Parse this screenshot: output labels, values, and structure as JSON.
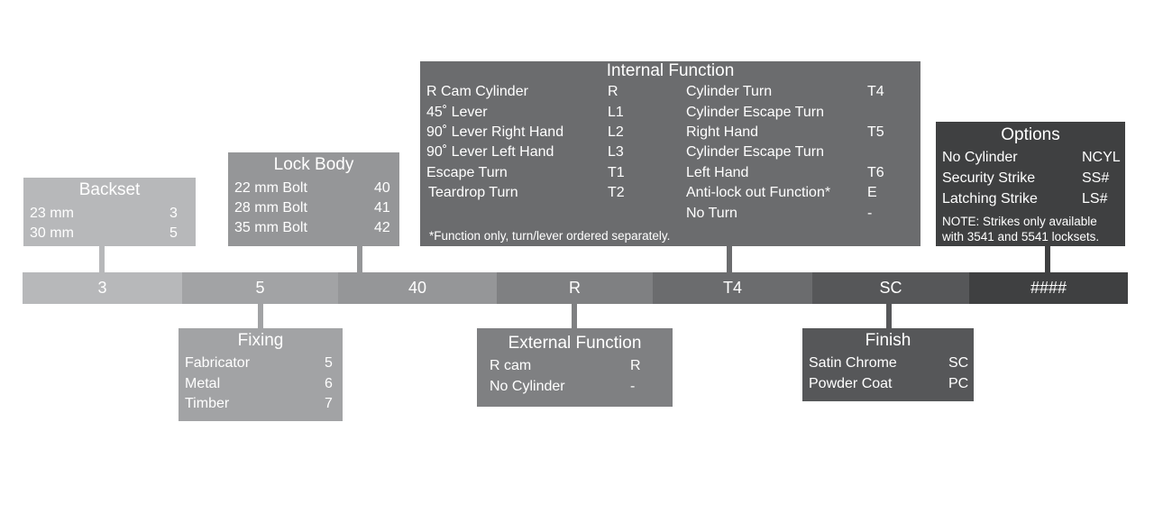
{
  "code_bar": {
    "segments": [
      {
        "code": "3",
        "color": "#b7b8ba"
      },
      {
        "code": "5",
        "color": "#a2a3a5"
      },
      {
        "code": "40",
        "color": "#959698"
      },
      {
        "code": "R",
        "color": "#7f8082"
      },
      {
        "code": "T4",
        "color": "#6b6c6e"
      },
      {
        "code": "SC",
        "color": "#565759"
      },
      {
        "code": "####",
        "color": "#3f4041"
      }
    ]
  },
  "backset": {
    "title": "Backset",
    "color": "#b7b8ba",
    "rows": [
      {
        "label": "23 mm",
        "code": "3"
      },
      {
        "label": "30 mm",
        "code": "5"
      }
    ]
  },
  "fixing": {
    "title": "Fixing",
    "color": "#a2a3a5",
    "rows": [
      {
        "label": "Fabricator",
        "code": "5"
      },
      {
        "label": "Metal",
        "code": "6"
      },
      {
        "label": "Timber",
        "code": "7"
      }
    ]
  },
  "lock_body": {
    "title": "Lock Body",
    "color": "#959698",
    "rows": [
      {
        "label": "22 mm Bolt",
        "code": "40"
      },
      {
        "label": "28 mm Bolt",
        "code": "41"
      },
      {
        "label": "35 mm Bolt",
        "code": "42"
      }
    ]
  },
  "external_function": {
    "title": "External Function",
    "color": "#7f8082",
    "rows": [
      {
        "label": "R cam",
        "code": "R"
      },
      {
        "label": "No Cylinder",
        "code": "-"
      }
    ]
  },
  "internal_function": {
    "title": "Internal Function",
    "color": "#6b6c6e",
    "left_rows": [
      {
        "label": "R Cam Cylinder",
        "code": "R"
      },
      {
        "label": "45˚ Lever",
        "code": "L1"
      },
      {
        "label": "90˚ Lever Right Hand",
        "code": "L2"
      },
      {
        "label": "90˚ Lever Left Hand",
        "code": "L3"
      },
      {
        "label": "Escape Turn",
        "code": "T1"
      },
      {
        "label": "Teardrop Turn",
        "code": "T2"
      }
    ],
    "right_rows": [
      {
        "label": "Cylinder Turn",
        "code": "T4"
      },
      {
        "label": "Cylinder Escape Turn",
        "code": ""
      },
      {
        "label": "Right Hand",
        "code": "T5"
      },
      {
        "label": "Cylinder Escape Turn",
        "code": ""
      },
      {
        "label": "Left Hand",
        "code": "T6"
      },
      {
        "label": "Anti-lock out Function*",
        "code": "E"
      },
      {
        "label": "No Turn",
        "code": "-"
      }
    ],
    "footnote": "*Function only, turn/lever ordered separately."
  },
  "finish": {
    "title": "Finish",
    "color": "#565759",
    "rows": [
      {
        "label": "Satin Chrome",
        "code": "SC"
      },
      {
        "label": "Powder Coat",
        "code": "PC"
      }
    ]
  },
  "options": {
    "title": "Options",
    "color": "#3f4041",
    "rows": [
      {
        "label": "No Cylinder",
        "code": "NCYL"
      },
      {
        "label": "Security Strike",
        "code": "SS#"
      },
      {
        "label": "Latching Strike",
        "code": "LS#"
      }
    ],
    "note_line1": "NOTE: Strikes only available",
    "note_line2": "with 3541 and 5541 locksets."
  }
}
